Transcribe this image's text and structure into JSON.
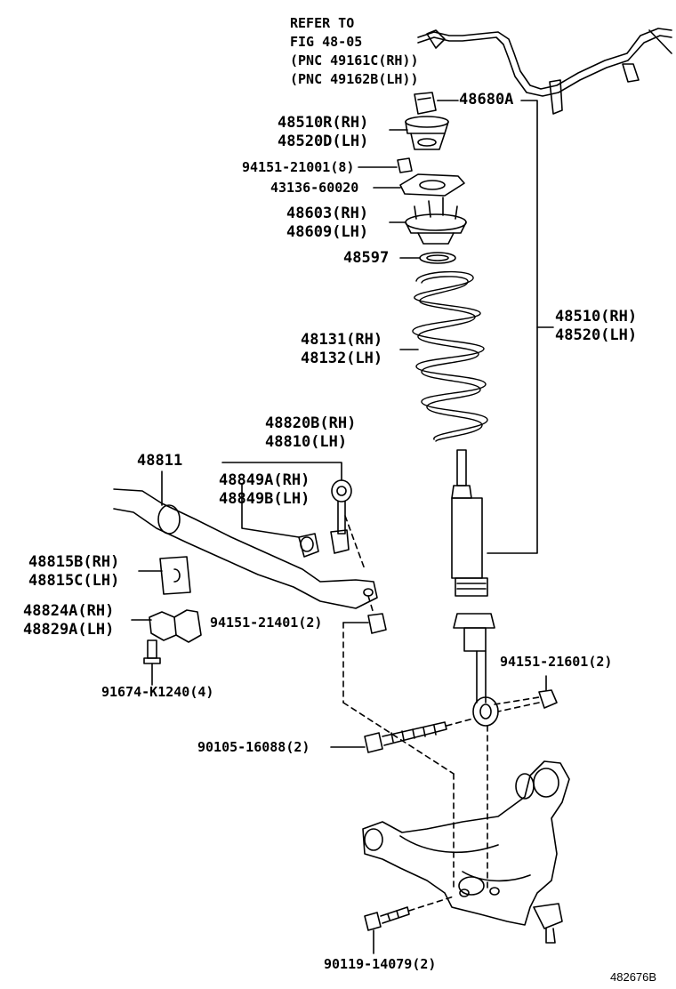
{
  "refer": [
    "REFER TO",
    "FIG 48-05",
    "(PNC 49161C(RH))",
    "(PNC 49162B(LH))"
  ],
  "labels": {
    "p48680a": "48680A",
    "p48510r": [
      "48510R(RH)",
      "48520D(LH)"
    ],
    "p94151_21001": "94151-21001(8)",
    "p43136": "43136-60020",
    "p48603": [
      "48603(RH)",
      "48609(LH)"
    ],
    "p48597": "48597",
    "p48510": [
      "48510(RH)",
      "48520(LH)"
    ],
    "p48131": [
      "48131(RH)",
      "48132(LH)"
    ],
    "p48820": [
      "48820B(RH)",
      "48810(LH)"
    ],
    "p48811": "48811",
    "p48849": [
      "48849A(RH)",
      "48849B(LH)"
    ],
    "p48815": [
      "48815B(RH)",
      "48815C(LH)"
    ],
    "p48824": [
      "48824A(RH)",
      "48829A(LH)"
    ],
    "p94151_21401": "94151-21401(2)",
    "p94151_21601": "94151-21601(2)",
    "p91674": "91674-K1240(4)",
    "p90105": "90105-16088(2)",
    "p90119": "90119-14079(2)"
  },
  "diagram_id": "482676B"
}
